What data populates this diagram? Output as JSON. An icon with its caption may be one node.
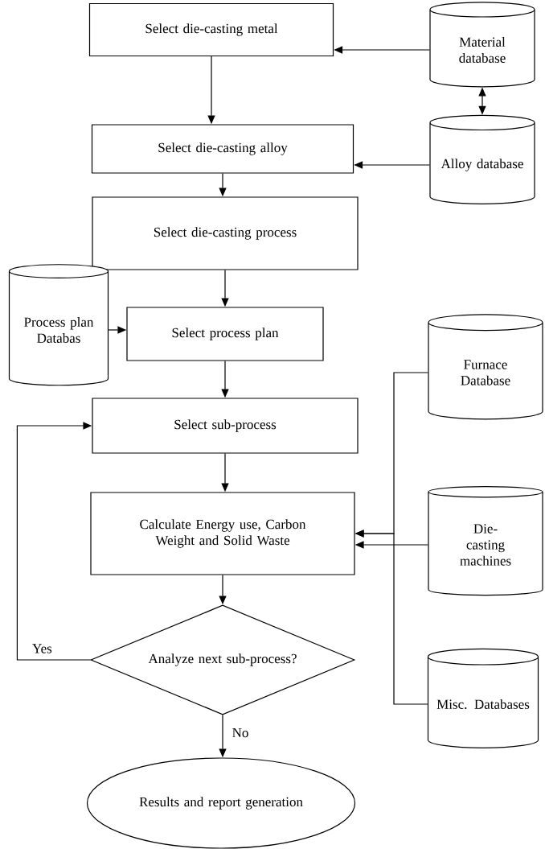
{
  "diagram": {
    "nodes": [
      {
        "text": [
          "Select die-casting metal"
        ]
      },
      {
        "text": [
          "Material database"
        ]
      },
      {
        "text": [
          "Select die-casting alloy"
        ]
      },
      {
        "text": [
          "Alloy database"
        ]
      },
      {
        "text": [
          "Select die-casting process"
        ]
      },
      {
        "text": [
          "Process plan Databas"
        ]
      },
      {
        "text": [
          "Select process plan"
        ]
      },
      {
        "text": [
          "Select sub-process"
        ]
      },
      {
        "text": [
          "Calculate Energy use, Carbon Weight and Solid Waste"
        ]
      },
      {
        "text": [
          "Furnace Database"
        ]
      },
      {
        "text": [
          "Die-casting machines"
        ]
      },
      {
        "text": [
          "Misc. Databases"
        ]
      },
      {
        "text": [
          "Analyze next sub-process?"
        ]
      },
      {
        "text": [
          "Results and report generation"
        ]
      }
    ],
    "edges": [
      {
        "from": 1,
        "to": 0,
        "arrow": "to"
      },
      {
        "from": 1,
        "to": 3,
        "arrow": "both"
      },
      {
        "from": 3,
        "to": 2,
        "arrow": "to"
      },
      {
        "from": 0,
        "to": 2,
        "arrow": "to"
      },
      {
        "from": 2,
        "to": 4,
        "arrow": "to"
      },
      {
        "from": 4,
        "to": 6,
        "arrow": "to"
      },
      {
        "from": 5,
        "to": 6,
        "arrow": "to"
      },
      {
        "from": 6,
        "to": 7,
        "arrow": "to"
      },
      {
        "from": 7,
        "to": 8,
        "arrow": "to"
      },
      {
        "from": 9,
        "to": 8,
        "arrow": "to"
      },
      {
        "from": 10,
        "to": 8,
        "arrow": "to"
      },
      {
        "from": 11,
        "to": 8,
        "arrow": "to"
      },
      {
        "from": 8,
        "to": 12,
        "arrow": "to"
      },
      {
        "from": 12,
        "to": 7,
        "arrow": "to",
        "label": "Yes"
      },
      {
        "from": 12,
        "to": 13,
        "arrow": "to",
        "label": "No"
      }
    ]
  }
}
